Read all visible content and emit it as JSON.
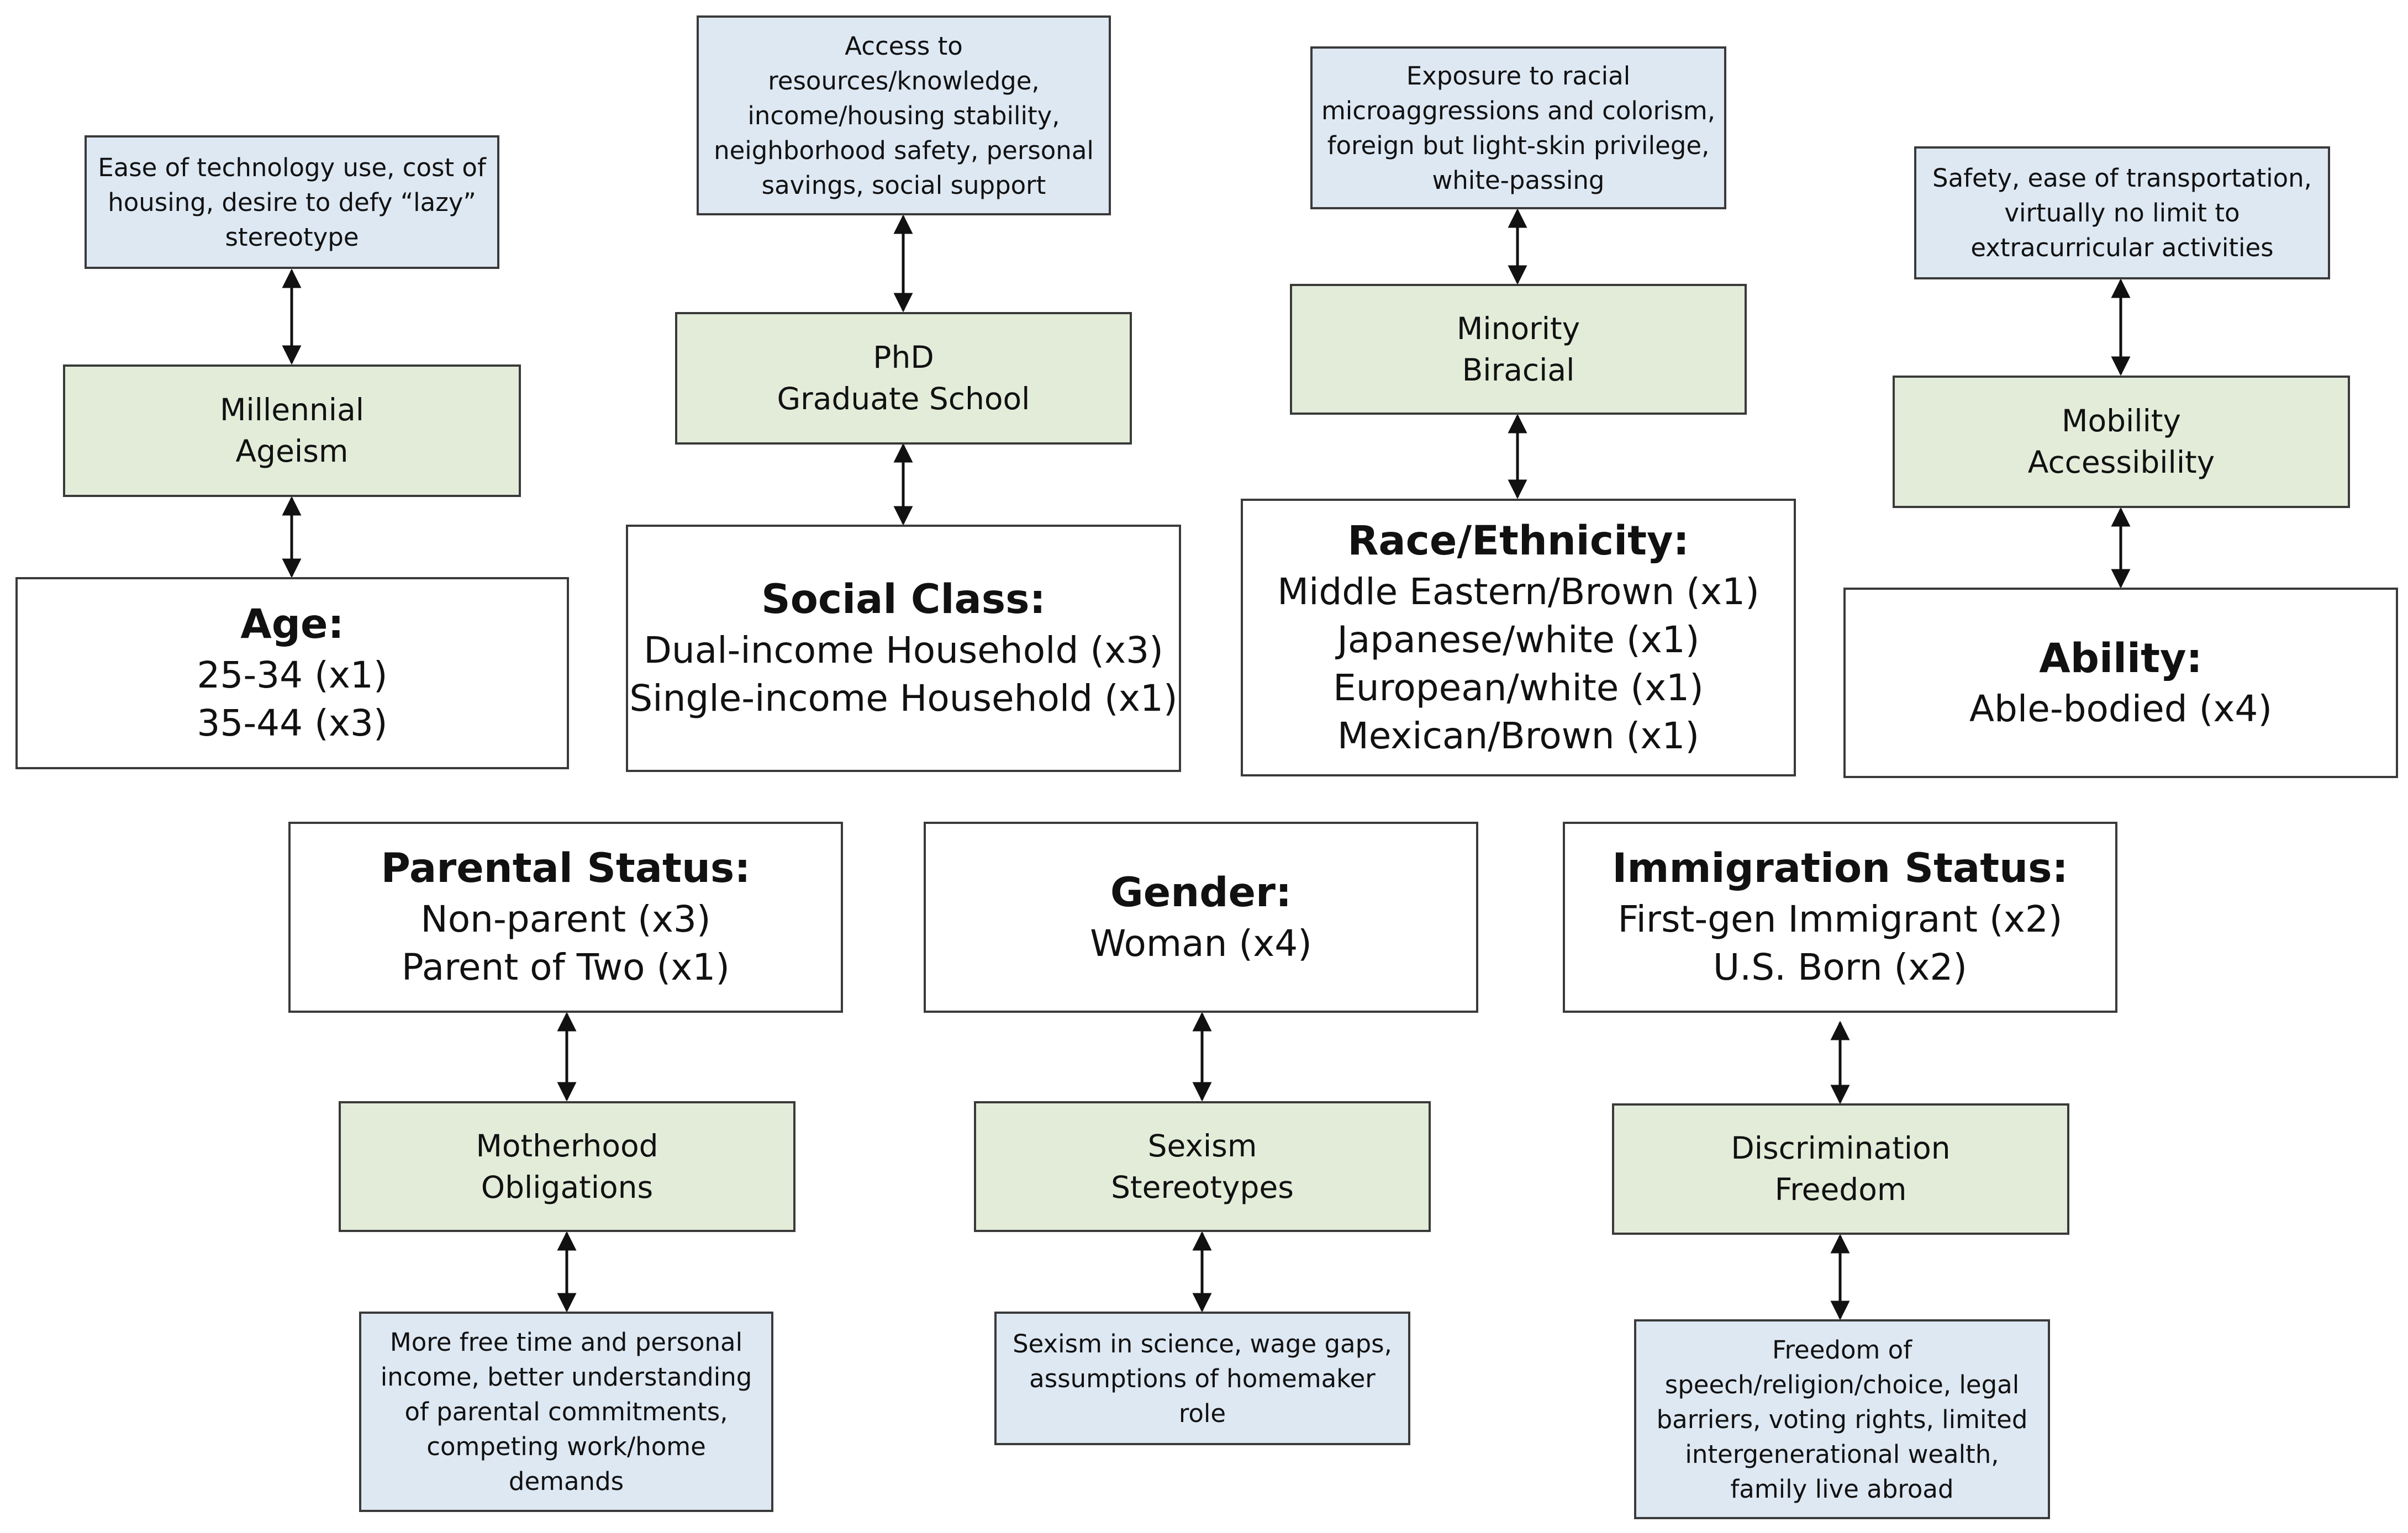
{
  "colors": {
    "factor_fill": "#dde8f3",
    "theme_fill": "#e3ecd9",
    "identity_fill": "#ffffff",
    "border": "#3a3a3a",
    "arrow": "#111111"
  },
  "age": {
    "factors": [
      "Ease of technology use, cost of",
      "housing, desire to defy “lazy”",
      "stereotype"
    ],
    "theme": [
      "Millennial",
      "Ageism"
    ],
    "identity": {
      "heading": "Age:",
      "lines": [
        "25-34 (x1)",
        "35-44 (x3)"
      ]
    }
  },
  "social_class": {
    "factors": [
      "Access to",
      "resources/knowledge,",
      "income/housing stability,",
      "neighborhood safety, personal",
      "savings, social support"
    ],
    "theme": [
      "PhD",
      "Graduate School"
    ],
    "identity": {
      "heading": "Social Class:",
      "lines": [
        "Dual-income Household (x3)",
        "Single-income Household (x1)"
      ]
    }
  },
  "race": {
    "factors": [
      "Exposure to racial",
      "microaggressions and colorism,",
      "foreign but light-skin privilege,",
      "white-passing"
    ],
    "theme": [
      "Minority",
      "Biracial"
    ],
    "identity": {
      "heading": "Race/Ethnicity:",
      "lines": [
        "Middle Eastern/Brown (x1)",
        "Japanese/white (x1)",
        "European/white (x1)",
        "Mexican/Brown (x1)"
      ]
    }
  },
  "ability": {
    "factors": [
      "Safety, ease of transportation,",
      "virtually no limit to",
      "extracurricular activities"
    ],
    "theme": [
      "Mobility",
      "Accessibility"
    ],
    "identity": {
      "heading": "Ability:",
      "lines": [
        "Able-bodied (x4)"
      ]
    }
  },
  "parental": {
    "identity": {
      "heading": "Parental Status:",
      "lines": [
        "Non-parent (x3)",
        "Parent of Two (x1)"
      ]
    },
    "theme": [
      "Motherhood",
      "Obligations"
    ],
    "factors": [
      "More free time and personal",
      "income, better understanding",
      "of parental commitments,",
      "competing work/home",
      "demands"
    ]
  },
  "gender": {
    "identity": {
      "heading": "Gender:",
      "lines": [
        "Woman (x4)"
      ]
    },
    "theme": [
      "Sexism",
      "Stereotypes"
    ],
    "factors": [
      "Sexism in science, wage gaps,",
      "assumptions of homemaker",
      "role"
    ]
  },
  "immigration": {
    "identity": {
      "heading": "Immigration Status:",
      "lines": [
        "First-gen Immigrant (x2)",
        "U.S. Born (x2)"
      ]
    },
    "theme": [
      "Discrimination",
      "Freedom"
    ],
    "factors": [
      "Freedom of",
      "speech/religion/choice, legal",
      "barriers, voting rights, limited",
      "intergenerational wealth,",
      "family live abroad"
    ]
  }
}
